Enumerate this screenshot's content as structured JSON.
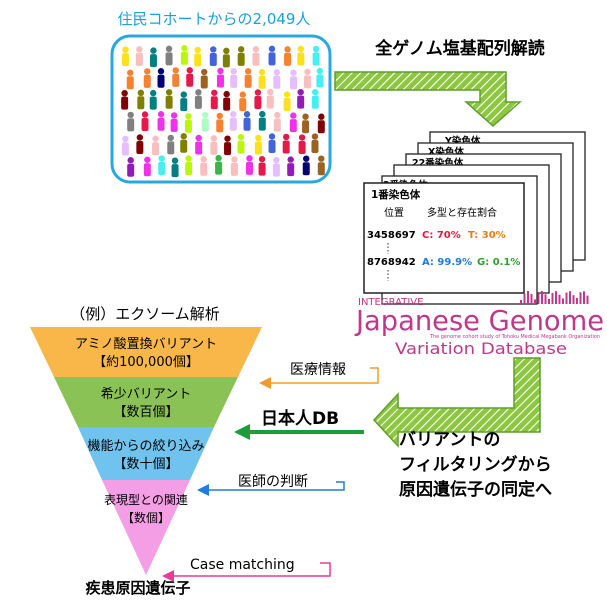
{
  "cohort": {
    "title": "住民コホートからの2,049人"
  },
  "wgs": {
    "title": "全ゲノム塩基配列解読"
  },
  "chromosomes": {
    "back_labels": [
      "Y染色体",
      "X染色体",
      "22番染色体",
      "2番染色体"
    ],
    "front_title": "1番染色体",
    "col_position": "位置",
    "col_type": "多型と存在割合",
    "row1": {
      "pos": "3458697",
      "a": "C: 70%",
      "b": "T: 30%"
    },
    "row2": {
      "pos": "8768942",
      "a": "A: 99.9%",
      "b": "G: 0.1%"
    },
    "colors": {
      "a1": "#e8173c",
      "b1": "#e87a17",
      "a2": "#1e7be0",
      "b2": "#2e9e2e"
    }
  },
  "logo": {
    "integrative": "INTEGRATIVE",
    "main": "Japanese Genome",
    "subtitle": "The genome cohort study of Tohoku Medical Megabank Organization",
    "bottom": "Variation Database",
    "color": "#c0388a"
  },
  "funnel": {
    "heading": "（例）エクソーム解析",
    "levels": [
      {
        "line1": "アミノ酸置換バリアント",
        "line2": "【約100,000個】",
        "color": "#f9b74a"
      },
      {
        "line1": "希少バリアント",
        "line2": "【数百個】",
        "color": "#8ac256"
      },
      {
        "line1": "機能からの絞り込み",
        "line2": "【数十個】",
        "color": "#6fc3ee"
      },
      {
        "line1": "表現型との関連",
        "line2": "【数個】",
        "color": "#f49ee6"
      }
    ],
    "result": "疾患原因遺伝子"
  },
  "side_labels": {
    "medical": "医療情報",
    "doctor": "医師の判断",
    "case": "Case matching",
    "japanese_db": "日本人DB"
  },
  "filtering": {
    "line1": "バリアントの",
    "line2": "フィルタリングから",
    "line3": "原因遺伝子の同定へ"
  }
}
